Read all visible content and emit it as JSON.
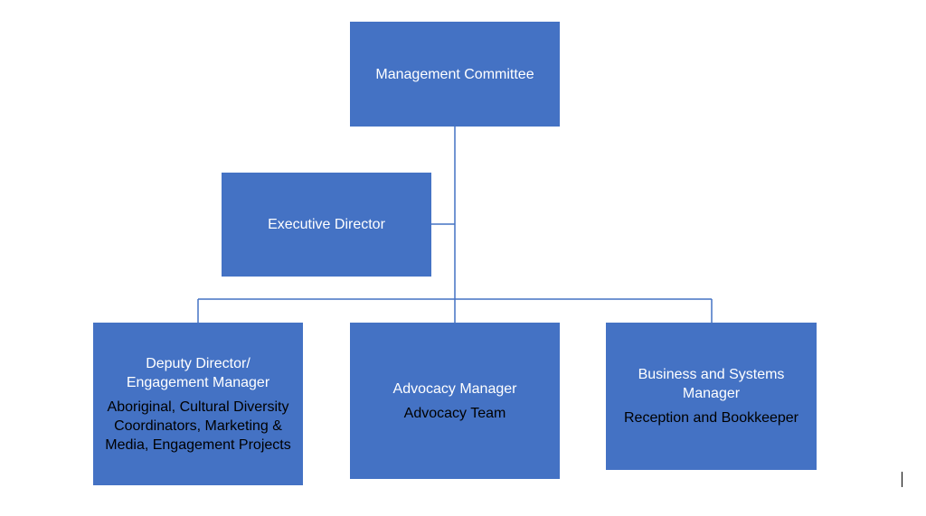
{
  "org_chart": {
    "management_committee": "Management Committee",
    "executive_director": "Executive Director",
    "deputy": {
      "title": "Deputy Director/ Engagement Manager",
      "team": "Aboriginal, Cultural Diversity Coordinators, Marketing & Media, Engagement Projects"
    },
    "advocacy": {
      "title": "Advocacy Manager",
      "team": "Advocacy Team"
    },
    "business": {
      "title": "Business and Systems Manager",
      "team": "Reception and Bookkeeper"
    }
  },
  "colors": {
    "box_fill": "#4472c4",
    "connector": "#4472c4",
    "title_text": "#ffffff",
    "team_text": "#000000"
  }
}
